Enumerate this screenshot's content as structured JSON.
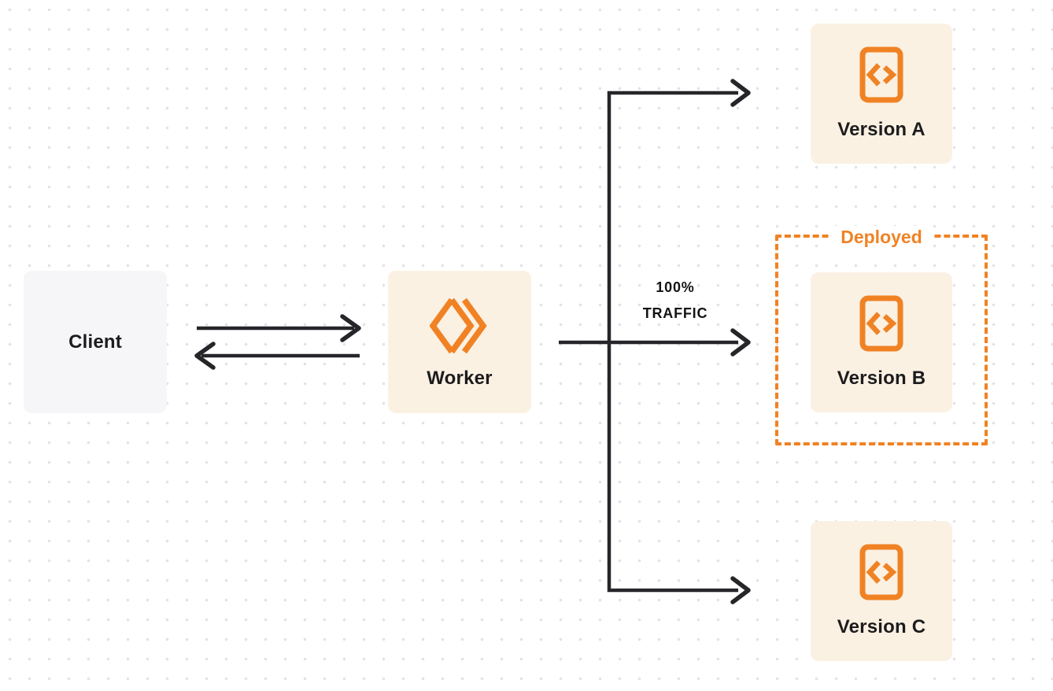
{
  "diagram": {
    "nodes": {
      "client": {
        "label": "Client"
      },
      "worker": {
        "label": "Worker",
        "icon": "cloudflare-workers-logo-icon"
      },
      "version_a": {
        "label": "Version A",
        "icon": "code-document-icon"
      },
      "version_b": {
        "label": "Version B",
        "icon": "code-document-icon"
      },
      "version_c": {
        "label": "Version C",
        "icon": "code-document-icon"
      }
    },
    "deployed_group": {
      "label": "Deployed"
    },
    "traffic_label": {
      "line1": "100%",
      "line2": "TRAFFIC"
    },
    "edges": [
      {
        "from": "client",
        "to": "worker",
        "style": "arrow-right"
      },
      {
        "from": "worker",
        "to": "client",
        "style": "arrow-left"
      },
      {
        "from": "worker",
        "to": "version_a",
        "style": "elbow-arrow"
      },
      {
        "from": "worker",
        "to": "version_b",
        "style": "straight-arrow",
        "label": "100% TRAFFIC"
      },
      {
        "from": "worker",
        "to": "version_c",
        "style": "elbow-arrow"
      }
    ],
    "colors": {
      "accent_orange": "#f08224",
      "node_cream_bg": "#fbf1e3",
      "client_gray_bg": "#f6f6f8",
      "arrow_dark": "#26262a",
      "text_dark": "#1c1c1e",
      "dot_grid": "#e3e3e6"
    }
  }
}
